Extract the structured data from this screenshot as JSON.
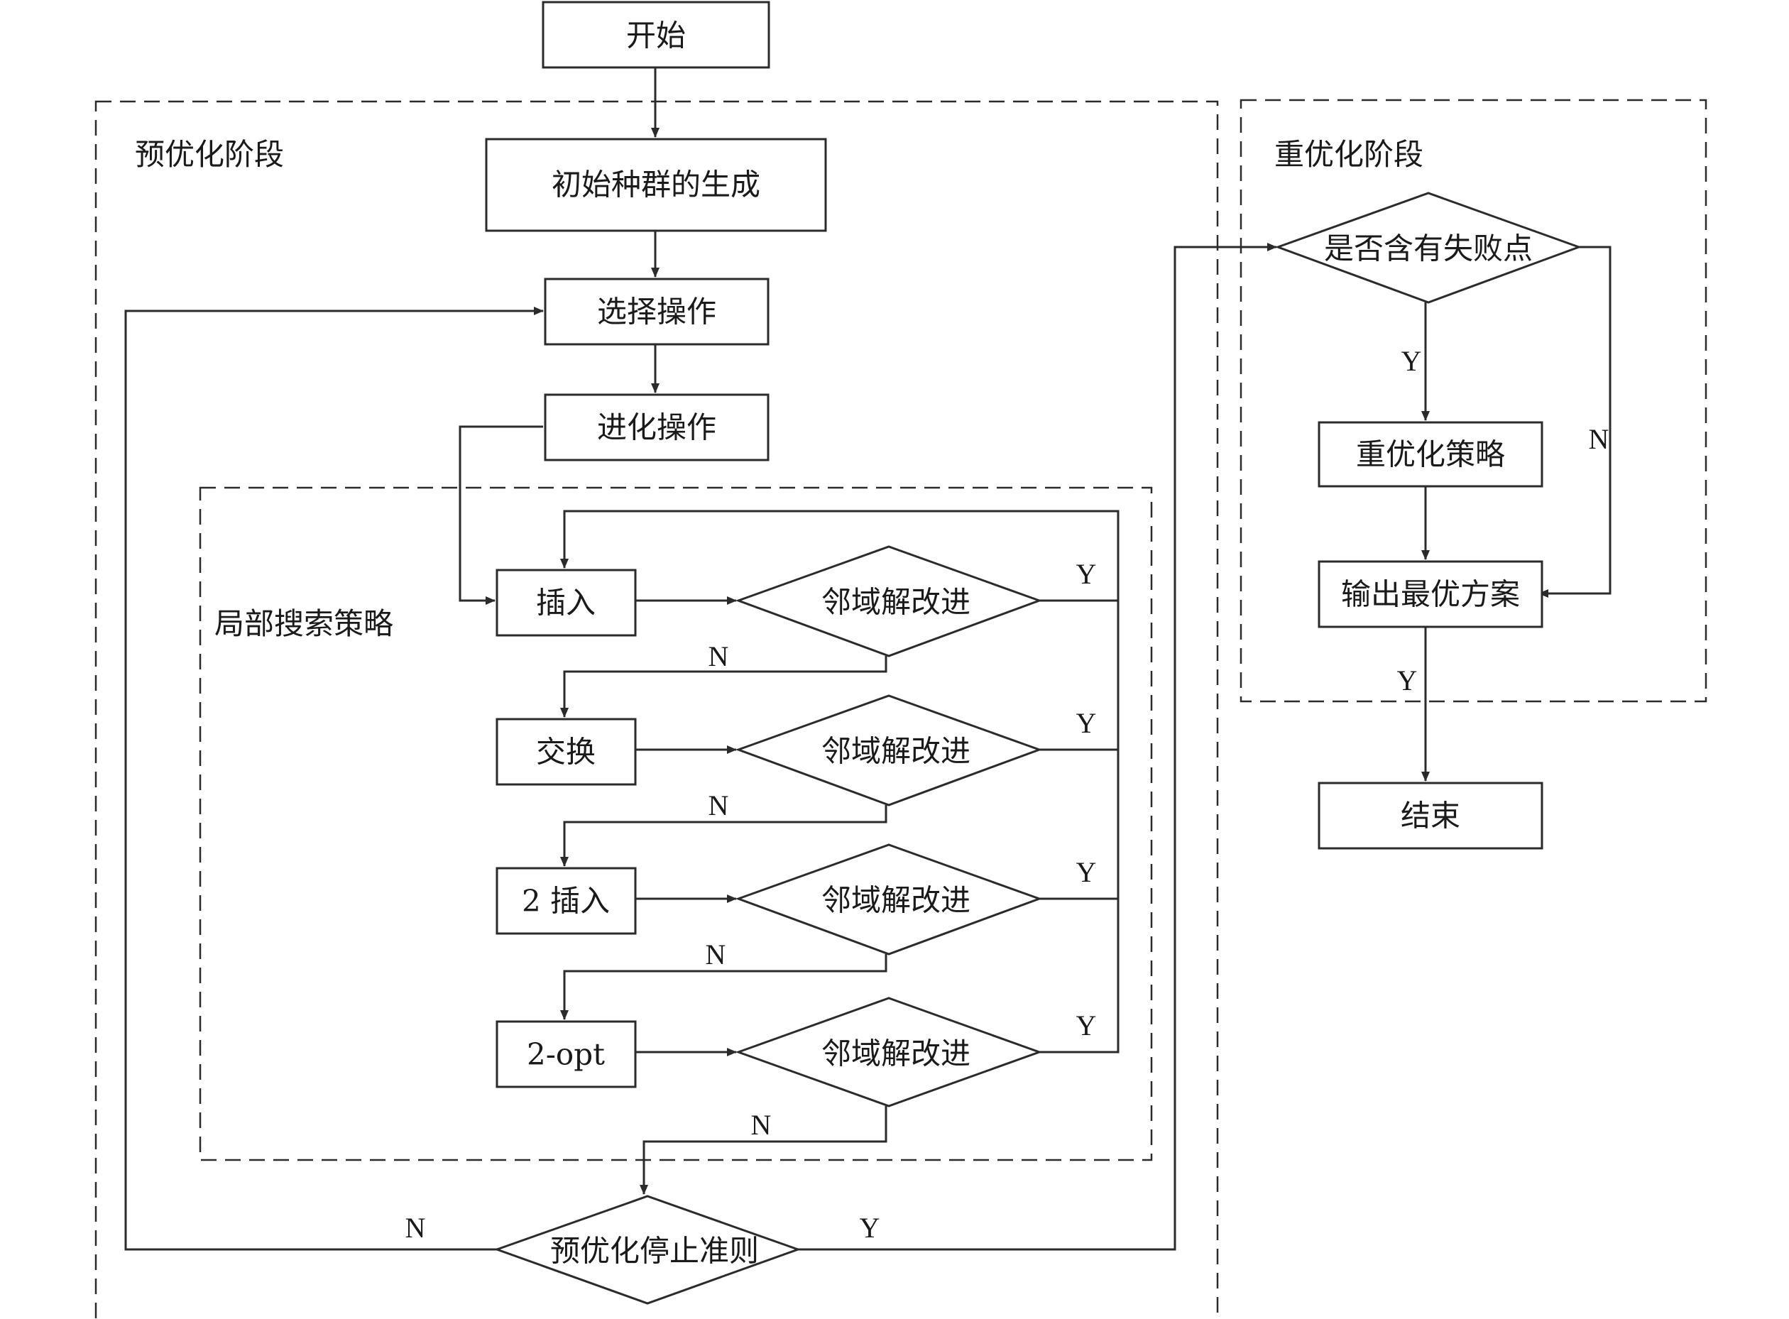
{
  "phases": {
    "pre": "预优化阶段",
    "re": "重优化阶段",
    "local": "局部搜索策略"
  },
  "nodes": {
    "start": "开始",
    "init": "初始种群的生成",
    "select": "选择操作",
    "evolve": "进化操作",
    "insert": "插入",
    "swap": "交换",
    "insert2": "2 插入",
    "opt2": "2-opt",
    "improve1": "邻域解改进",
    "improve2": "邻域解改进",
    "improve3": "邻域解改进",
    "improve4": "邻域解改进",
    "stop": "预优化停止准则",
    "failure": "是否含有失败点",
    "reopt": "重优化策略",
    "output": "输出最优方案",
    "end": "结束"
  },
  "edge_labels": {
    "yes": "Y",
    "no": "N"
  }
}
